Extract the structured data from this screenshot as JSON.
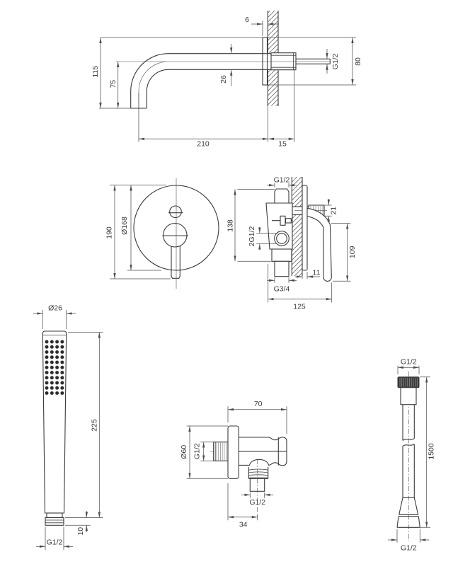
{
  "figure": {
    "type": "technical-installation-drawing",
    "description": "Concealed bath-shower mixer set dimensional drawing: wall spout, concealed mixer (front and side), hand shower, wall outlet with holder, shower hose",
    "background": "#ffffff",
    "line_color": "#3a3a3a",
    "dimension_color": "#4d4d4d"
  },
  "drawings": {
    "spout": {
      "label": "wall-mounted-spout",
      "dims": {
        "wall_clearance": "6",
        "total_height": "115",
        "axis_height": "75",
        "tube_diameter": "26",
        "length": "210",
        "wall_inset": "15",
        "thread": "G1/2",
        "flange_height": "80"
      }
    },
    "mixer_front": {
      "label": "concealed-mixer-front-view",
      "dims": {
        "total_height": "190",
        "plate_diameter": "Ø168"
      }
    },
    "mixer_side": {
      "label": "concealed-mixer-side-view",
      "dims": {
        "inlet_thread": "G1/2",
        "height": "138",
        "outlet_stub": "21",
        "connections": "2G1/2",
        "bottom_thread": "G3/4",
        "plate_offset": "11",
        "depth": "125",
        "handle_length": "109"
      }
    },
    "handshower": {
      "label": "hand-shower",
      "dims": {
        "head_diameter": "Ø26",
        "length": "225",
        "connector_height": "10",
        "thread": "G1/2"
      }
    },
    "wall_outlet": {
      "label": "wall-outlet-with-holder",
      "dims": {
        "width": "70",
        "plate_diameter": "Ø60",
        "inlet_thread": "G1/2",
        "outlet_thread": "G1/2",
        "outlet_offset": "34"
      }
    },
    "hose": {
      "label": "shower-hose",
      "dims": {
        "top_thread": "G1/2",
        "length": "1500",
        "bottom_thread": "G1/2"
      }
    }
  }
}
